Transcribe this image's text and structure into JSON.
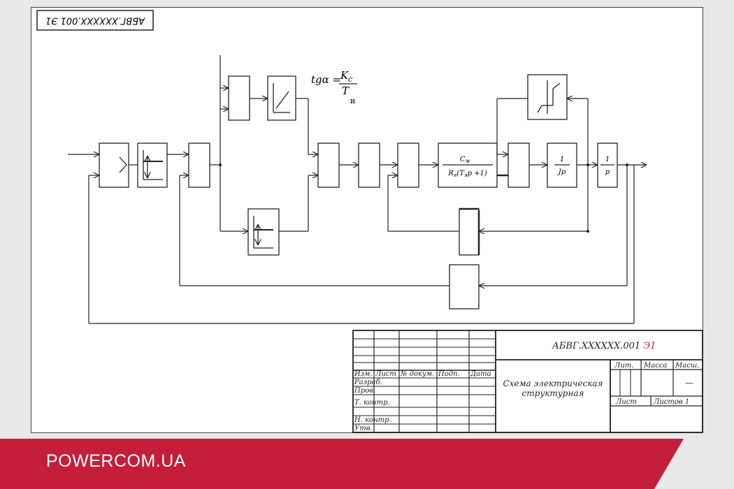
{
  "drawing": {
    "stamp_code": "АБВГ.XXXXXX.001 Э1",
    "formula": {
      "lhs": "tgα =",
      "numerator": "K",
      "numerator_sub": "c",
      "denominator": "T",
      "denominator_sub": "и"
    },
    "blocks": {
      "motor_tf_num": "C",
      "motor_tf_num_sub": "м",
      "motor_tf_den": "R",
      "motor_tf_den_sub": "я",
      "motor_tf_den_rest_a": "(T",
      "motor_tf_den_sub2": "я",
      "motor_tf_den_rest_b": "p +1)",
      "inertia_num": "1",
      "inertia_den": "Jp",
      "integrator_num": "1",
      "integrator_den": "p"
    }
  },
  "title_block": {
    "code": "АБВГ.XXXXXX.001",
    "code_suffix": "Э1",
    "headers": [
      "Изм.",
      "Лист",
      "№ докум.",
      "Подп.",
      "Дата"
    ],
    "roles": [
      "Разраб.",
      "Пров.",
      "Т. контр.",
      "",
      "Н. контр.",
      "Утв."
    ],
    "title_line1": "Схема электрическая",
    "title_line2": "структурная",
    "lit": "Лит.",
    "mass": "Масса",
    "scale": "Масш.",
    "scale_value": "—",
    "sheet": "Лист",
    "sheets": "Листов 1"
  },
  "footer": {
    "brand": "POWERCOM.UA",
    "color": "#c41e3a"
  }
}
